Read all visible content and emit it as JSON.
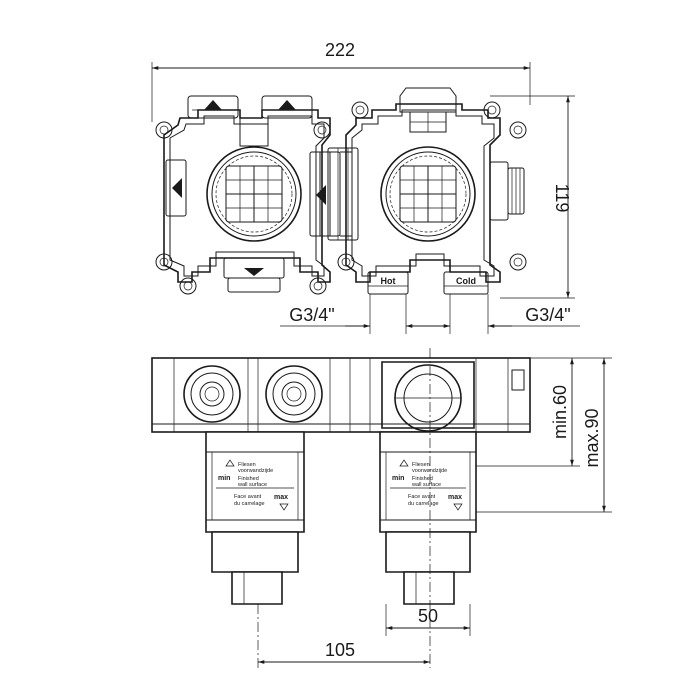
{
  "dimensions": {
    "overall_width": "222",
    "height": "119",
    "left_thread": "G3/4\"",
    "right_thread": "G3/4\"",
    "min_depth": "min.60",
    "max_depth": "max.90",
    "spacing_105": "105",
    "spacing_50": "50"
  },
  "port_labels": {
    "hot": "Hot",
    "cold": "Cold"
  },
  "sleeve_text": {
    "finished_nl": "Fliesen",
    "finished_nl2": "voorwandzijde",
    "finished_en": "Finished",
    "finished_en2": "wall surface",
    "face_fr": "Face avant",
    "face_fr2": "du carrelage",
    "min": "min",
    "max": "max"
  },
  "colors": {
    "line": "#1a1a1a",
    "background": "#ffffff"
  }
}
